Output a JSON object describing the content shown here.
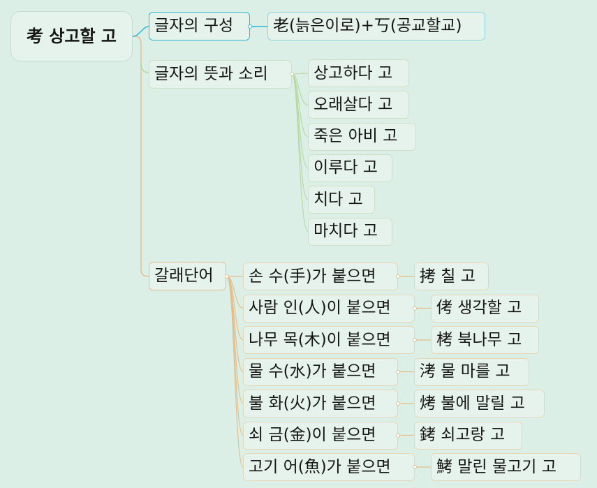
{
  "root": {
    "label": "考 상고할 고"
  },
  "branch1": {
    "label": "글자의 구성",
    "child": "老(늙은이로)+丂(공교할교)"
  },
  "branch2": {
    "label": "글자의 뜻과 소리",
    "meanings": [
      "상고하다 고",
      "오래살다 고",
      "죽은 아비 고",
      "이루다 고",
      "치다 고",
      "마치다 고"
    ]
  },
  "branch3": {
    "label": "갈래단어",
    "derived": [
      {
        "radical": "손 수(手)가 붙으면",
        "word": "拷 칠 고"
      },
      {
        "radical": "사람 인(人)이 붙으면",
        "word": "侤 생각할 고"
      },
      {
        "radical": "나무 목(木)이 붙으면",
        "word": "栲 북나무 고"
      },
      {
        "radical": "물 수(水)가 붙으면",
        "word": "洘 물 마를 고"
      },
      {
        "radical": "불 화(火)가 붙으면",
        "word": "烤 불에 말릴 고"
      },
      {
        "radical": "쇠 금(金)이 붙으면",
        "word": "銬 쇠고랑 고"
      },
      {
        "radical": "고기 어(魚)가 붙으면",
        "word": "鮳 말린 물고기 고"
      }
    ]
  },
  "colors": {
    "background": "#dcefe7",
    "cyan": "#2fb7d6",
    "green": "#b9d8a3",
    "tan": "#e2bf8d"
  }
}
